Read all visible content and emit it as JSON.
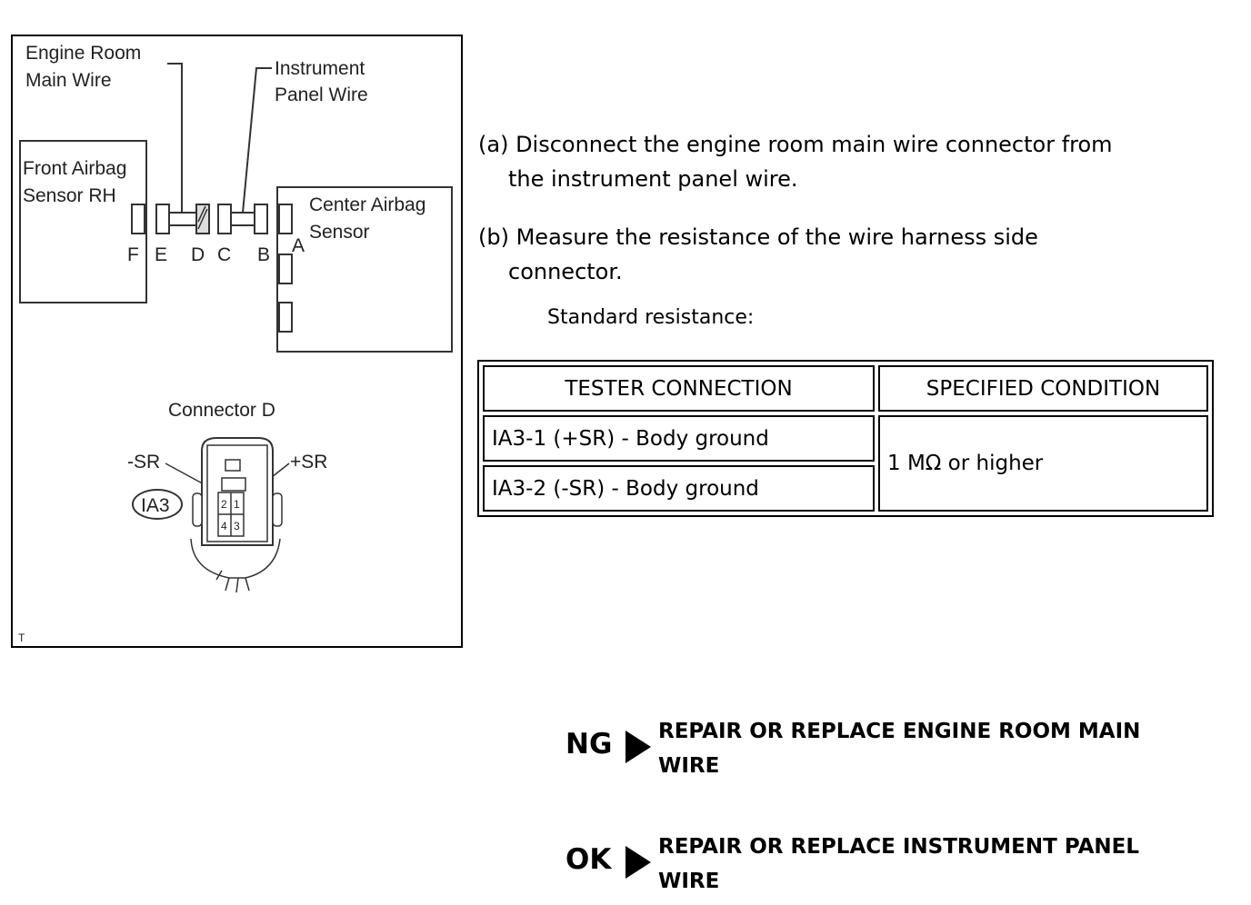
{
  "diagram": {
    "labels": {
      "engine_room_1": "Engine Room",
      "engine_room_2": "Main Wire",
      "instrument_1": "Instrument",
      "instrument_2": "Panel Wire",
      "front_1": "Front Airbag",
      "front_2": "Sensor RH",
      "center_1": "Center Airbag",
      "center_2": "Sensor",
      "conn_f": "F",
      "conn_e": "E",
      "conn_d": "D",
      "conn_c": "C",
      "conn_b": "B",
      "conn_a": "A",
      "connector_d": "Connector D",
      "minus_sr": "-SR",
      "plus_sr": "+SR",
      "ia3": "IA3",
      "pin_2": "2",
      "pin_1": "1",
      "pin_4": "4",
      "pin_3": "3",
      "corner_mark": "T"
    }
  },
  "steps": {
    "a_line1": "(a) Disconnect the engine room main wire connector from",
    "a_line2": "the instrument panel wire.",
    "b_line1": "(b) Measure the resistance of the wire harness side",
    "b_line2": "connector.",
    "standard": "Standard resistance:"
  },
  "table": {
    "headers": [
      "TESTER CONNECTION",
      "SPECIFIED CONDITION"
    ],
    "rows": [
      "IA3-1 (+SR) - Body ground",
      "IA3-2 (-SR) - Body ground"
    ],
    "condition": "1 MΩ or higher"
  },
  "results": {
    "ng_code": "NG",
    "ng_line1": "REPAIR OR REPLACE ENGINE ROOM MAIN",
    "ng_line2": "WIRE",
    "ok_code": "OK",
    "ok_line1": "REPAIR OR REPLACE INSTRUMENT PANEL",
    "ok_line2": "WIRE"
  }
}
